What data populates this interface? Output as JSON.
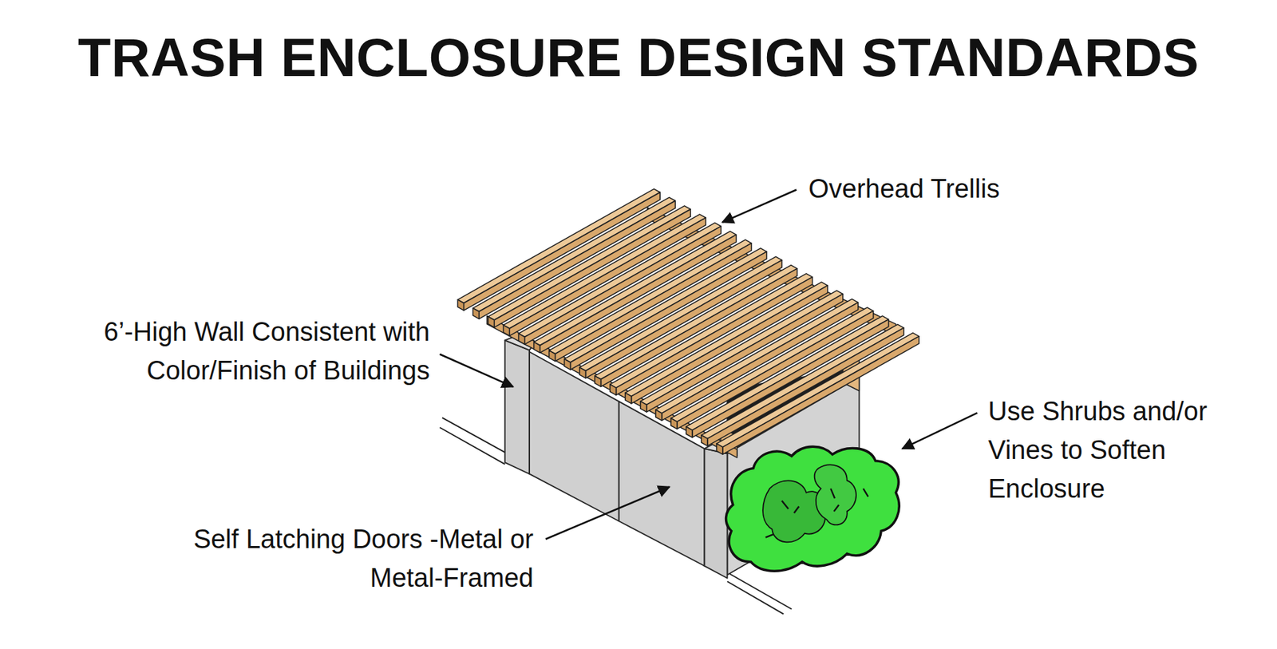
{
  "diagram": {
    "title": "TRASH ENCLOSURE DESIGN STANDARDS",
    "labels": [
      "Overhead Trellis",
      "6’-High Wall Consistent with Color/Finish of Buildings",
      "Self Latching Doors -Metal or Metal-Framed",
      "Use Shrubs and/or Vines to Soften Enclosure"
    ]
  }
}
